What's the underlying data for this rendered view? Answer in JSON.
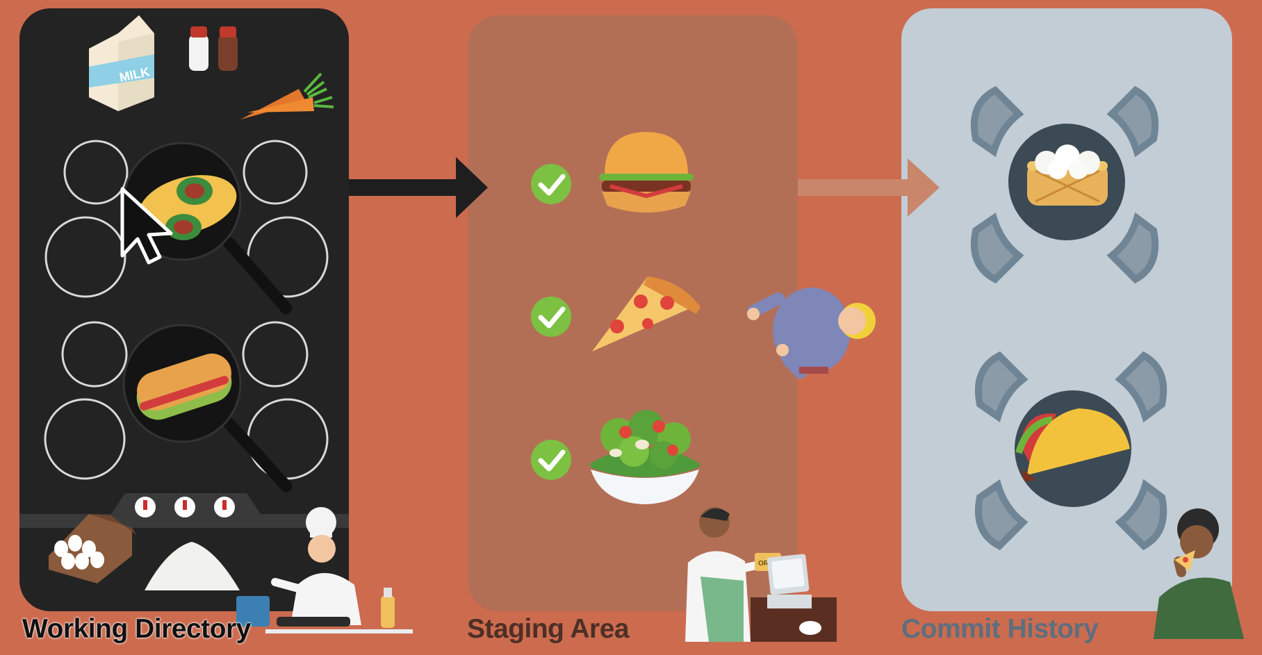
{
  "labels": {
    "working_directory": "Working Directory",
    "staging_area": "Staging Area",
    "commit_history": "Commit History"
  },
  "receipt_text": "ORDER",
  "milk_text": "MILK",
  "colors": {
    "background": "#cd6b4f",
    "working_directory_panel": "#232323",
    "staging_area_panel": "#b36f56",
    "commit_history_panel": "#c3cdd5",
    "check": "#7cc142",
    "chair": "#6f8595"
  }
}
